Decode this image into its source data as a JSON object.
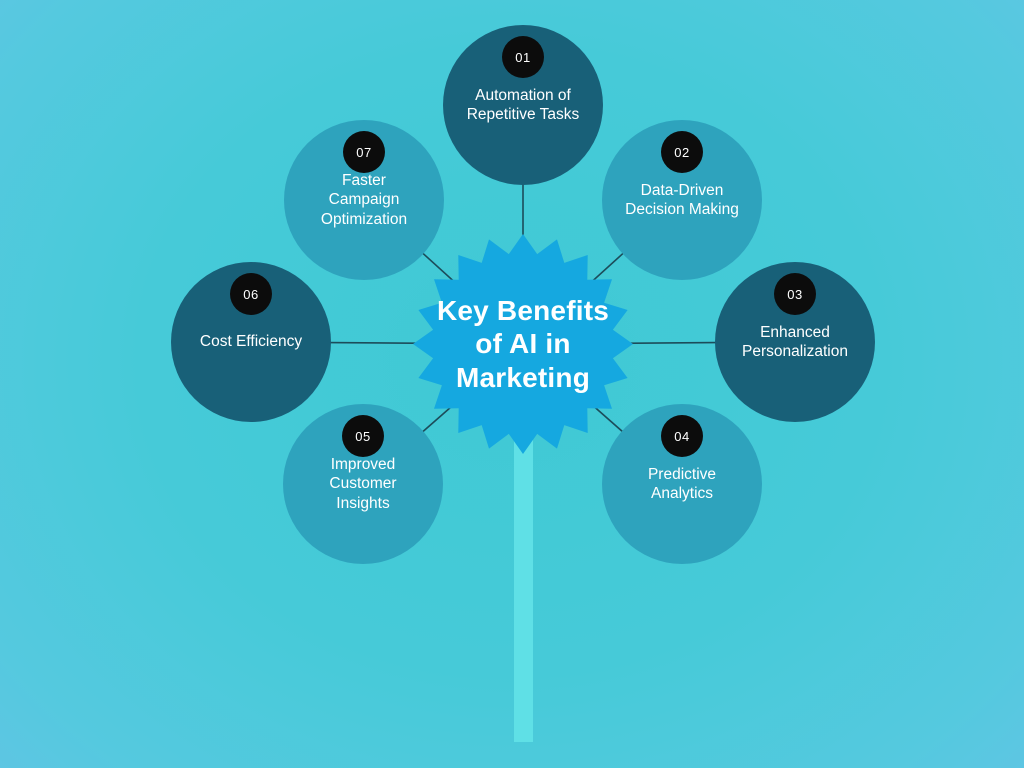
{
  "center": {
    "title": "Key Benefits\nof AI in\nMarketing"
  },
  "items": [
    {
      "number": "01",
      "label": "Automation of\nRepetitive Tasks",
      "color": "#186078"
    },
    {
      "number": "02",
      "label": "Data-Driven\nDecision Making",
      "color": "#2EA3BD"
    },
    {
      "number": "03",
      "label": "Enhanced\nPersonalization",
      "color": "#186078"
    },
    {
      "number": "04",
      "label": "Predictive\nAnalytics",
      "color": "#2EA3BD"
    },
    {
      "number": "05",
      "label": "Improved\nCustomer\nInsights",
      "color": "#2EA3BD"
    },
    {
      "number": "06",
      "label": "Cost Efficiency",
      "color": "#186078"
    },
    {
      "number": "07",
      "label": "Faster\nCampaign\nOptimization",
      "color": "#2EA3BD"
    }
  ],
  "colors": {
    "starburst": "#15A8E0",
    "badge_bg": "#0C0C0C",
    "badge_text": "#FFFFFF",
    "label_text": "#FFFFFF",
    "connector": "#1C4C5A",
    "stem": "#5FE0E6",
    "background_center": "#3FC9D4",
    "background_edge": "#68C2E8"
  }
}
